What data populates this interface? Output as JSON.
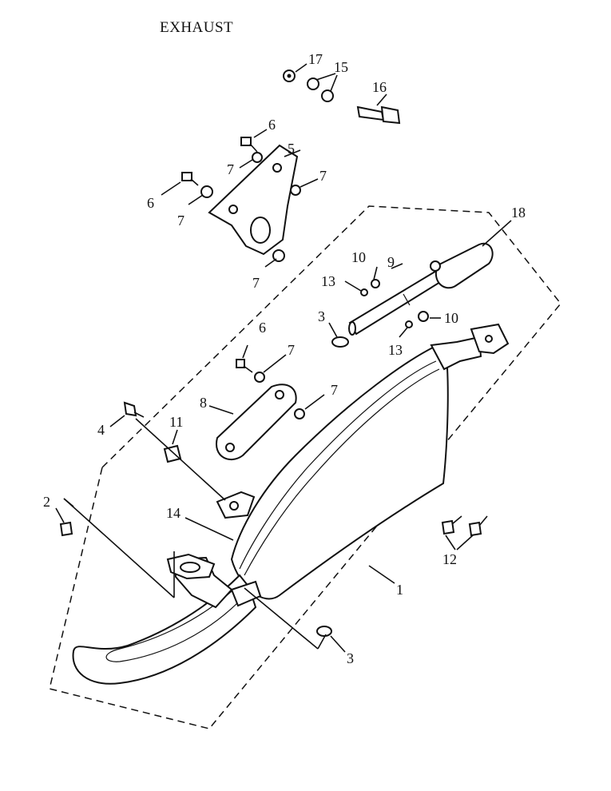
{
  "title": "EXHAUST",
  "callouts": {
    "c1": "1",
    "c2": "2",
    "c3a": "3",
    "c3b": "3",
    "c4": "4",
    "c5": "5",
    "c6a": "6",
    "c6b": "6",
    "c6c": "6",
    "c7a": "7",
    "c7b": "7",
    "c7c": "7",
    "c7d": "7",
    "c7e": "7",
    "c7f": "7",
    "c8": "8",
    "c9": "9",
    "c10a": "10",
    "c10b": "10",
    "c11": "11",
    "c12": "12",
    "c13a": "13",
    "c13b": "13",
    "c14": "14",
    "c15": "15",
    "c16": "16",
    "c17": "17",
    "c18": "18"
  }
}
